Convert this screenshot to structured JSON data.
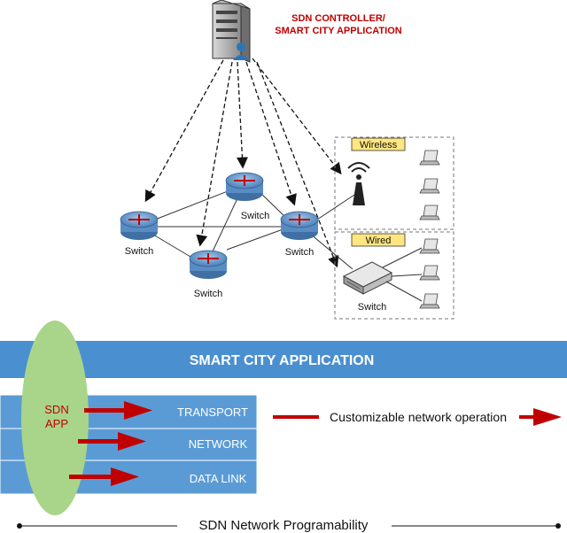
{
  "header": {
    "controller_line1": "SDN CONTROLLER/",
    "controller_line2": "SMART CITY APPLICATION"
  },
  "network": {
    "switch_label": "Switch",
    "wireless_label": "Wireless",
    "wired_label": "Wired"
  },
  "stack": {
    "app_layer": "SMART CITY APPLICATION",
    "layers": [
      "TRANSPORT",
      "NETWORK",
      "DATA LINK"
    ],
    "sdn_app_line1": "SDN",
    "sdn_app_line2": "APP",
    "customizable": "Customizable network operation",
    "programmability": "SDN Network Programability"
  },
  "colors": {
    "layer_blue": "#5b9bd5",
    "app_blue": "#4a8fd0",
    "ellipse_green": "#a8d58a",
    "arrow_red": "#c00000",
    "controller_red": "#c00000",
    "label_yellow": "#ffe680"
  }
}
